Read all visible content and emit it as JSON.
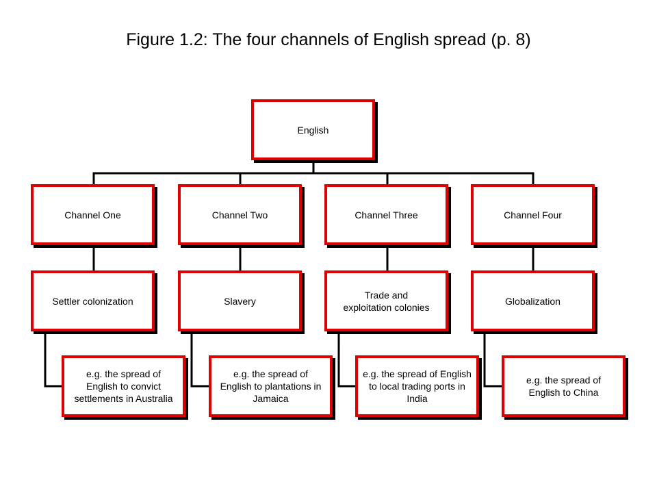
{
  "title": "Figure 1.2: The four channels of English spread (p. 8)",
  "root": {
    "label": "English"
  },
  "channels": [
    {
      "label": "Channel One",
      "mechanism": "Settler colonization",
      "example": "e.g. the spread of English to convict settlements in Australia"
    },
    {
      "label": "Channel Two",
      "mechanism": "Slavery",
      "example": "e.g. the spread of English to plantations in Jamaica"
    },
    {
      "label": "Channel Three",
      "mechanism": "Trade and exploitation colonies",
      "example": "e.g. the spread of English to local trading ports in India"
    },
    {
      "label": "Channel Four",
      "mechanism": "Globalization",
      "example": "e.g. the spread of English to China"
    }
  ],
  "colors": {
    "box_border": "#e00000",
    "connector": "#000000",
    "text": "#000000",
    "background": "#ffffff"
  }
}
